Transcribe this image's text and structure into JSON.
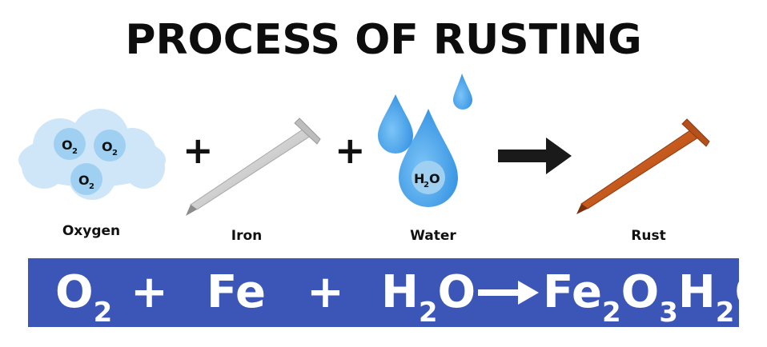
{
  "title": "PROCESS OF RUSTING",
  "operators": {
    "plus": "+"
  },
  "labels": {
    "oxygen": "Oxygen",
    "iron": "Iron",
    "water": "Water",
    "rust": "Rust"
  },
  "molecules": {
    "oxygen": {
      "base": "O",
      "sub": "2"
    },
    "water": {
      "base1": "H",
      "sub": "2",
      "base2": "O"
    }
  },
  "equation": {
    "o2": {
      "base": "O",
      "sub": "2"
    },
    "plus": "+",
    "fe": "Fe",
    "h2o": {
      "h": "H",
      "sub": "2",
      "o": "O"
    },
    "product": {
      "fe": "Fe",
      "sub1": "2",
      "o": "O",
      "sub2": "3",
      "h": "H",
      "sub3": "2",
      "o2": "O"
    }
  },
  "colors": {
    "equation_bar": "#3b56b7",
    "cloud": "#cfe6f8",
    "oxygen_bubble": "#9fd0f2",
    "water_drop": "#2f8fe0",
    "iron_nail": "#d9d9d9",
    "rust_nail": "#c65a1e",
    "arrow": "#1a1a1a"
  }
}
